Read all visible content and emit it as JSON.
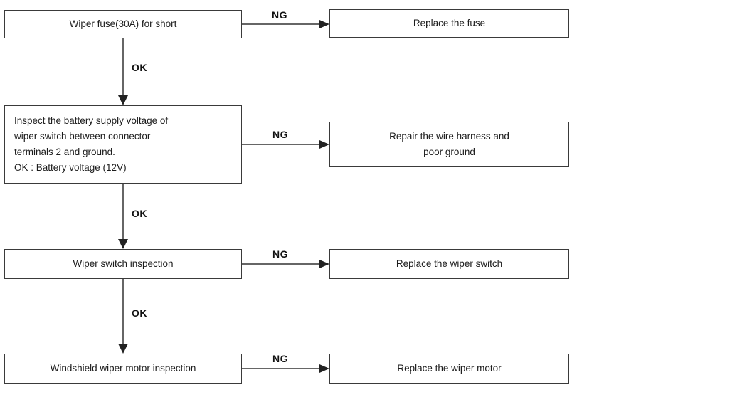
{
  "diagram": {
    "type": "flowchart",
    "edge_labels": {
      "ng": "NG",
      "ok": "OK"
    },
    "steps": [
      {
        "check": "Wiper fuse(30A) for short",
        "ng_action": "Replace the fuse"
      },
      {
        "check": "Inspect the battery supply voltage of\nwiper switch between connector\nterminals 2 and ground.\nOK : Battery voltage (12V)",
        "ng_action": "Repair the wire harness and\npoor ground"
      },
      {
        "check": "Wiper switch inspection",
        "ng_action": "Replace the wiper switch"
      },
      {
        "check": "Windshield wiper motor inspection",
        "ng_action": "Replace the wiper motor"
      }
    ]
  }
}
